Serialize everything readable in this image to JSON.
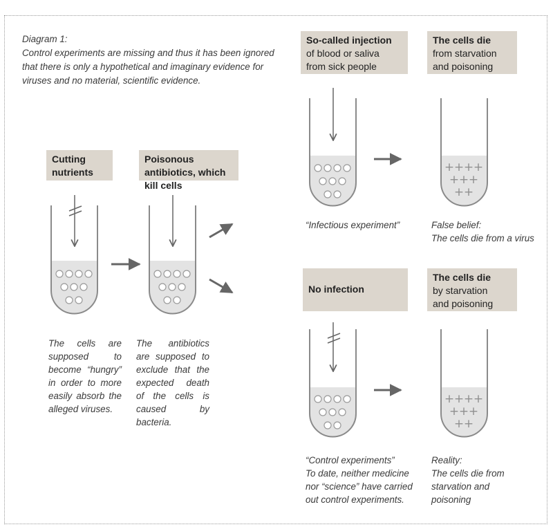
{
  "intro": {
    "title": "Diagram 1:",
    "text": "Control experiments are missing and thus it has been ignored that there is only a hypothetical and imaginary evidence for viruses and no material, scientific evidence."
  },
  "labels": {
    "cutting_nutrients": "Cutting nutrients",
    "antibiotics": "Poisonous antibiotics, which kill cells",
    "injection_bold": "So-called injection",
    "injection_rest": "of blood or saliva\nfrom sick people",
    "cells_die_top_bold": "The cells die",
    "cells_die_top_rest": "from starvation\nand poisoning",
    "no_infection": "No infection",
    "cells_die_bottom_bold": "The cells die",
    "cells_die_bottom_rest": "by starvation\nand poisoning"
  },
  "captions": {
    "hungry": "The cells are supposed to become “hungry” in order to more easily absorb the alleged viruses.",
    "antibiotics_note": "The antibiotics are supposed to exclude that the expected death of the cells is caused by bacteria.",
    "infectious_experiment": "“Infectious experiment”",
    "false_belief_title": "False belief:",
    "false_belief_text": "The cells die from a virus",
    "control_title": "“Control experiments”",
    "control_text": "To date, neither medicine nor “science” have carried out control experiments.",
    "reality_title": "Reality:",
    "reality_text": "The cells die from starvation and poisoning"
  },
  "colors": {
    "label_box": "#dcd6cd",
    "tube_outline": "#8a8a8a",
    "liquid": "#e3e3e3",
    "arrow": "#666666",
    "frame": "#9a9a9a"
  }
}
